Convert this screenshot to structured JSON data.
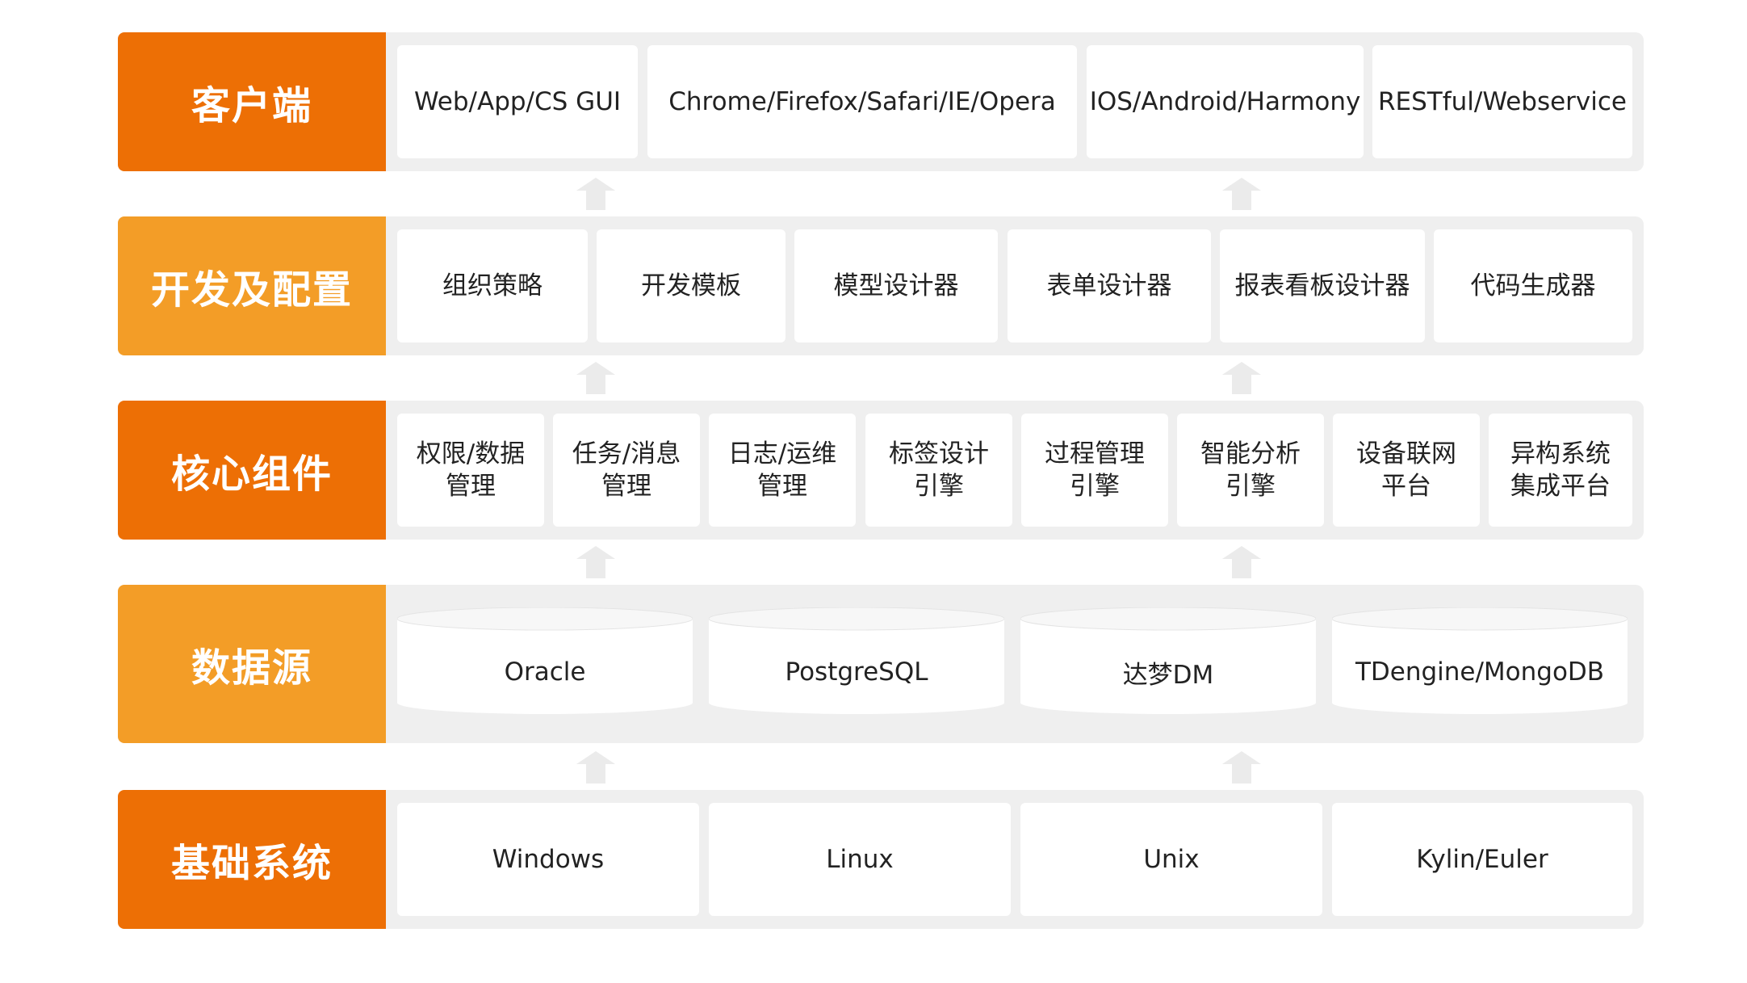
{
  "colors": {
    "dark_orange": "#ed6f05",
    "light_orange": "#f39d27",
    "panel": "#efefef",
    "card": "#ffffff",
    "arrow": "#ebebeb",
    "text": "#222222"
  },
  "layers": [
    {
      "label": "客户端",
      "color": "dark_orange",
      "items": [
        "Web/App/CS GUI",
        "Chrome/Firefox/Safari/IE/Opera",
        "IOS/Android/Harmony",
        "RESTful/Webservice"
      ]
    },
    {
      "label": "开发及配置",
      "color": "light_orange",
      "items": [
        "组织策略",
        "开发模板",
        "模型设计器",
        "表单设计器",
        "报表看板设计器",
        "代码生成器"
      ]
    },
    {
      "label": "核心组件",
      "color": "dark_orange",
      "items": [
        [
          "权限/数据",
          "管理"
        ],
        [
          "任务/消息",
          "管理"
        ],
        [
          "日志/运维",
          "管理"
        ],
        [
          "标签设计",
          "引擎"
        ],
        [
          "过程管理",
          "引擎"
        ],
        [
          "智能分析",
          "引擎"
        ],
        [
          "设备联网",
          "平台"
        ],
        [
          "异构系统",
          "集成平台"
        ]
      ]
    },
    {
      "label": "数据源",
      "color": "light_orange",
      "items": [
        "Oracle",
        "PostgreSQL",
        "达梦DM",
        "TDengine/MongoDB"
      ]
    },
    {
      "label": "基础系统",
      "color": "dark_orange",
      "items": [
        "Windows",
        "Linux",
        "Unix",
        "Kylin/Euler"
      ]
    }
  ],
  "arrow_icon": "up-arrow-icon"
}
